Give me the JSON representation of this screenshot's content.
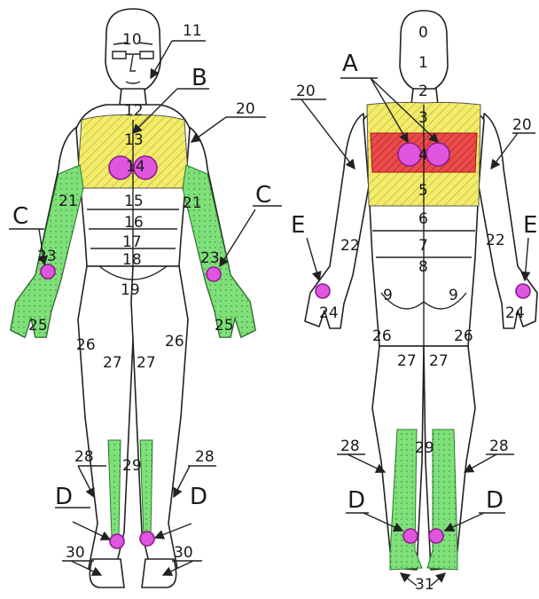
{
  "colors": {
    "yellow_zone": "#f2ec6a",
    "red_zone": "#ea4b4b",
    "green_zone": "#7fe07a",
    "point": "#e055e0",
    "outline": "#222222"
  },
  "labels": {
    "A": "A",
    "B": "B",
    "C": "C",
    "D": "D",
    "E": "E",
    "n0": "0",
    "n1": "1",
    "n2": "2",
    "n3": "3",
    "n4": "4",
    "n5": "5",
    "n6": "6",
    "n7": "7",
    "n8": "8",
    "n9": "9",
    "n10": "10",
    "n11": "11",
    "n12": "12",
    "n13": "13",
    "n14": "14",
    "n15": "15",
    "n16": "16",
    "n17": "17",
    "n18": "18",
    "n19": "19",
    "n20": "20",
    "n21": "21",
    "n22": "22",
    "n23": "23",
    "n24": "24",
    "n25": "25",
    "n26": "26",
    "n27": "27",
    "n28": "28",
    "n29": "29",
    "n30": "30",
    "n31": "31"
  }
}
